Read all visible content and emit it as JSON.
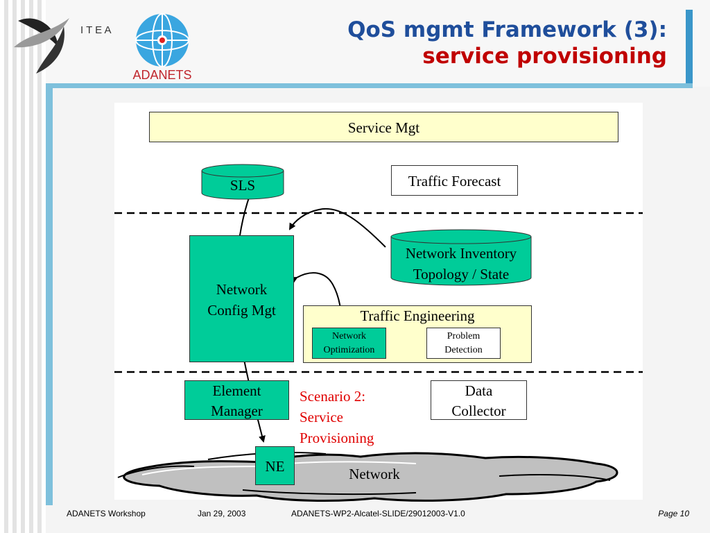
{
  "header": {
    "title_line1": "QoS mgmt Framework (3):",
    "title_line2": "service provisioning",
    "logo_text_itea": "I T E A",
    "logo_text_adanets": "ADANETS"
  },
  "diagram": {
    "service_mgt": "Service Mgt",
    "sls": "SLS",
    "traffic_forecast": "Traffic Forecast",
    "network_inventory_line1": "Network Inventory",
    "network_inventory_line2": "Topology / State",
    "network_config_line1": "Network",
    "network_config_line2": "Config Mgt",
    "traffic_engineering": "Traffic Engineering",
    "network_optimization_line1": "Network",
    "network_optimization_line2": "Optimization",
    "problem_detection_line1": "Problem",
    "problem_detection_line2": "Detection",
    "element_manager_line1": "Element",
    "element_manager_line2": "Manager",
    "data_collector_line1": "Data",
    "data_collector_line2": "Collector",
    "scenario_line1": "Scenario 2:",
    "scenario_line2": "Service",
    "scenario_line3": "Provisioning",
    "ne": "NE",
    "network": "Network"
  },
  "footer": {
    "workshop": "ADANETS Workshop",
    "date": "Jan 29, 2003",
    "doc_id": "ADANETS-WP2-Alcatel-SLIDE/29012003-V1.0",
    "page": "Page 10"
  },
  "colors": {
    "title_blue": "#1f4e9b",
    "title_red": "#c00000",
    "accent_blue": "#7ec0dc",
    "box_green": "#00cc99",
    "box_yellow": "#ffffcc",
    "scenario_red": "#e00000"
  }
}
